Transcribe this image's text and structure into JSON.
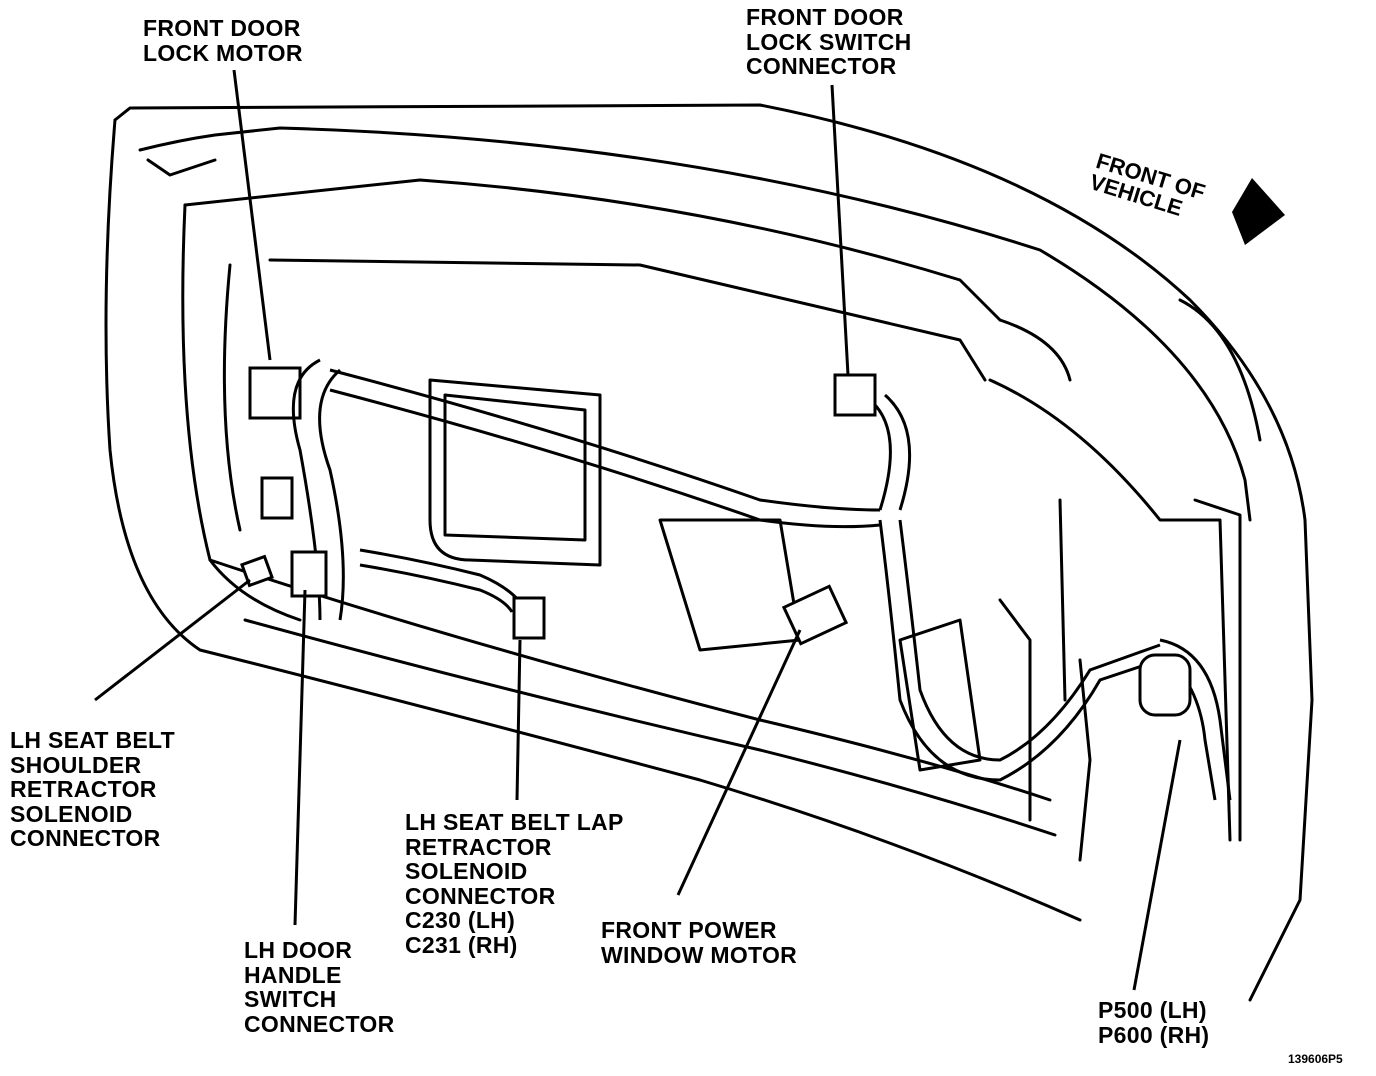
{
  "labels": {
    "front_door_lock_motor": [
      "FRONT DOOR",
      "LOCK MOTOR"
    ],
    "front_door_lock_switch_connector": [
      "FRONT DOOR",
      "LOCK SWITCH",
      "CONNECTOR"
    ],
    "front_of_vehicle": [
      "FRONT OF",
      "VEHICLE"
    ],
    "lh_seat_belt_shoulder": [
      "LH SEAT BELT",
      "SHOULDER",
      "RETRACTOR",
      "SOLENOID",
      "CONNECTOR"
    ],
    "lh_seat_belt_lap": [
      "LH SEAT BELT LAP",
      "RETRACTOR",
      "SOLENOID",
      "CONNECTOR",
      "C230 (LH)",
      "C231 (RH)"
    ],
    "lh_door_handle_switch": [
      "LH DOOR",
      "HANDLE",
      "SWITCH",
      "CONNECTOR"
    ],
    "front_power_window_motor": [
      "FRONT POWER",
      "WINDOW MOTOR"
    ],
    "p500_p600": [
      "P500 (LH)",
      "P600 (RH)"
    ]
  },
  "figure_id": "139606P5",
  "colors": {
    "line": "#000000",
    "background": "#ffffff"
  }
}
